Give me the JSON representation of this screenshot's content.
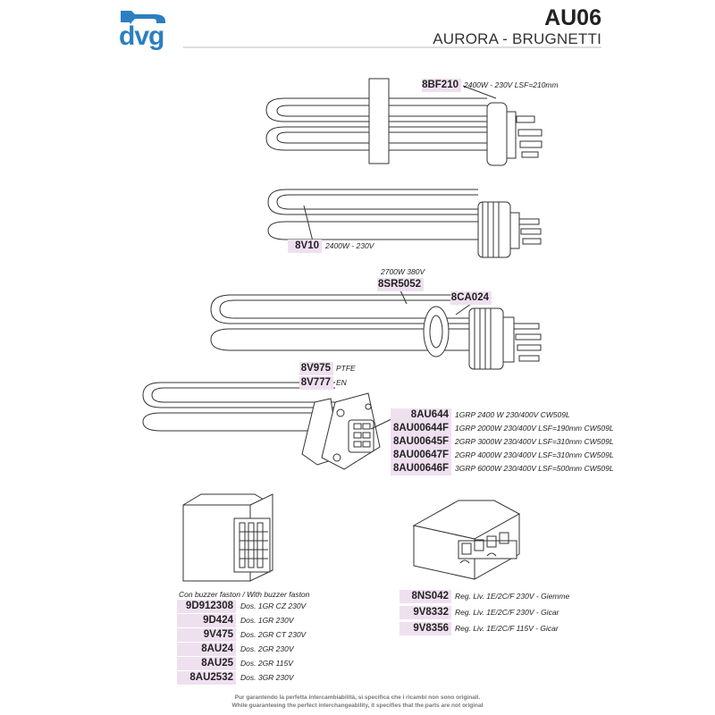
{
  "header": {
    "brand": "dvg",
    "title": "AU06",
    "subtitle": "AURORA - BRUGNETTI"
  },
  "parts": {
    "p1": {
      "code": "8BF210",
      "desc": "2400W - 230V LSF=210mm"
    },
    "p2": {
      "code": "8V10",
      "desc": "2400W - 230V"
    },
    "p3_note": "2700W  380V",
    "p3": {
      "code": "8SR5052"
    },
    "p4": {
      "code": "8CA024"
    },
    "p5": {
      "code": "8V975",
      "desc": "PTFE"
    },
    "p6": {
      "code": "8V777",
      "desc": "EN"
    },
    "elements": [
      {
        "code": "8AU644",
        "desc": "1GRP 2400 W 230/400V  CW509L"
      },
      {
        "code": "8AU00644F",
        "desc": "1GRP 2000W 230/400V LSF=190mm CW509L"
      },
      {
        "code": "8AU00645F",
        "desc": "2GRP 3000W 230/400V LSF=310mm CW509L"
      },
      {
        "code": "8AU00647F",
        "desc": "2GRP 4000W 230/400V LSF=310mm CW509L"
      },
      {
        "code": "8AU00646F",
        "desc": "3GRP 6000W 230/400V LSF=500mm CW509L"
      }
    ],
    "dosers_heading": "Con buzzer faston / With buzzer faston",
    "dosers": [
      {
        "code": "9D912308",
        "desc": "Dos. 1GR CZ 230V"
      },
      {
        "code": "9D424",
        "desc": "Dos. 1GR 230V"
      },
      {
        "code": "9V475",
        "desc": "Dos.  2GR CT 230V"
      },
      {
        "code": "8AU24",
        "desc": "Dos. 2GR 230V"
      },
      {
        "code": "8AU25",
        "desc": "Dos. 2GR 115V"
      },
      {
        "code": "8AU2532",
        "desc": "Dos. 3GR 230V"
      }
    ],
    "regulators": [
      {
        "code": "8NS042",
        "desc": "Reg. Liv. 1E/2C/F 230V - Giemme"
      },
      {
        "code": "9V8332",
        "desc": "Reg. Liv. 1E/2C/F 230V - Gicar"
      },
      {
        "code": "9V8356",
        "desc": "Reg. Liv. 1E/2C/F 115V - Gicar"
      }
    ]
  },
  "footer": {
    "line1": "Pur garantendo la perfetta intercambiabilità, si specifica che i ricambi non sono originali.",
    "line2": "While guaranteeing the perfect interchangeability, it specifies that the parts are not original"
  },
  "colors": {
    "label_bg": "#efe0f0",
    "brand_blue": "#2b7fc0",
    "line": "#333333"
  }
}
